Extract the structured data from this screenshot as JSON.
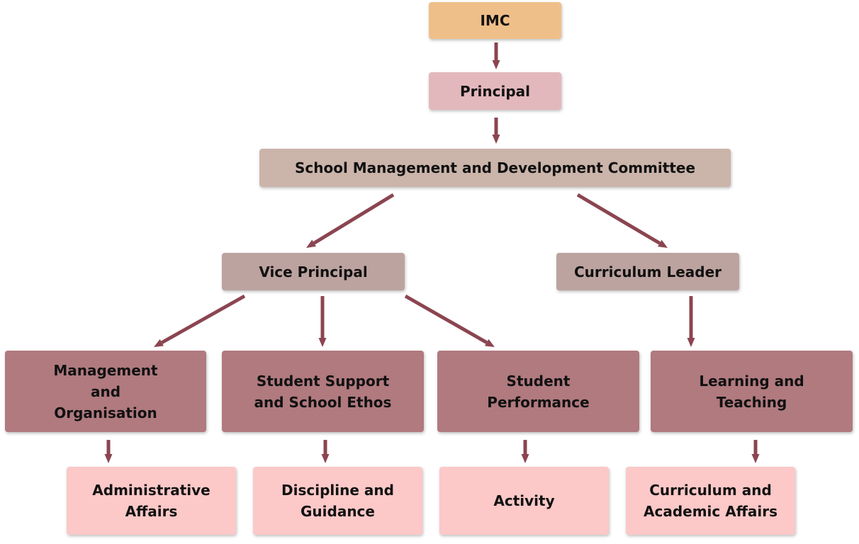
{
  "nodes": {
    "imc": {
      "label": "IMC",
      "color": "#efbf89"
    },
    "principal": {
      "label": "Principal",
      "color": "#e3b8bd"
    },
    "smdc": {
      "label": "School Management and Development Committee",
      "color": "#cbb4aa"
    },
    "vice_principal": {
      "label": "Vice Principal",
      "color": "#bca39f"
    },
    "curriculum_leader": {
      "label": "Curriculum Leader",
      "color": "#bca39f"
    },
    "management_org": {
      "label": "Management\nand\nOrganisation",
      "color": "#b07a7f"
    },
    "student_support": {
      "label": "Student Support\nand School Ethos",
      "color": "#b07a7f"
    },
    "student_performance": {
      "label": "Student\nPerformance",
      "color": "#b07a7f"
    },
    "learning_teaching": {
      "label": "Learning and\nTeaching",
      "color": "#b07a7f"
    },
    "admin_affairs": {
      "label": "Administrative\nAffairs",
      "color": "#fcc8c8"
    },
    "discipline": {
      "label": "Discipline and\nGuidance",
      "color": "#fcc8c8"
    },
    "activity": {
      "label": "Activity",
      "color": "#fcc8c8"
    },
    "curriculum_academic": {
      "label": "Curriculum and\nAcademic Affairs",
      "color": "#fcc8c8"
    }
  },
  "connections": [
    {
      "from": "imc",
      "to": "principal"
    },
    {
      "from": "principal",
      "to": "smdc"
    },
    {
      "from": "smdc",
      "to": "vice_principal"
    },
    {
      "from": "smdc",
      "to": "curriculum_leader"
    },
    {
      "from": "vice_principal",
      "to": "management_org"
    },
    {
      "from": "vice_principal",
      "to": "student_support"
    },
    {
      "from": "vice_principal",
      "to": "student_performance"
    },
    {
      "from": "curriculum_leader",
      "to": "learning_teaching"
    },
    {
      "from": "management_org",
      "to": "admin_affairs"
    },
    {
      "from": "student_support",
      "to": "discipline"
    },
    {
      "from": "student_performance",
      "to": "activity"
    },
    {
      "from": "learning_teaching",
      "to": "curriculum_academic"
    }
  ],
  "arrow_color": "#8b4550"
}
